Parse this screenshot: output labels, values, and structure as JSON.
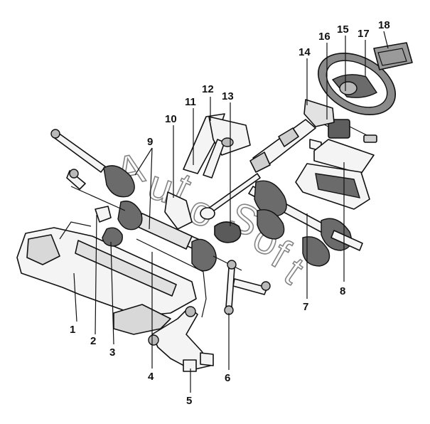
{
  "watermark": {
    "letters": [
      "A",
      "u",
      "t",
      "o",
      "S",
      "o",
      "f",
      "t"
    ]
  },
  "callouts": [
    {
      "number": "1"
    },
    {
      "number": "2"
    },
    {
      "number": "3"
    },
    {
      "number": "4"
    },
    {
      "number": "5"
    },
    {
      "number": "6"
    },
    {
      "number": "7"
    },
    {
      "number": "8"
    },
    {
      "number": "9"
    },
    {
      "number": "10"
    },
    {
      "number": "11"
    },
    {
      "number": "12"
    },
    {
      "number": "13"
    },
    {
      "number": "14"
    },
    {
      "number": "15"
    },
    {
      "number": "16"
    },
    {
      "number": "17"
    },
    {
      "number": "18"
    }
  ]
}
